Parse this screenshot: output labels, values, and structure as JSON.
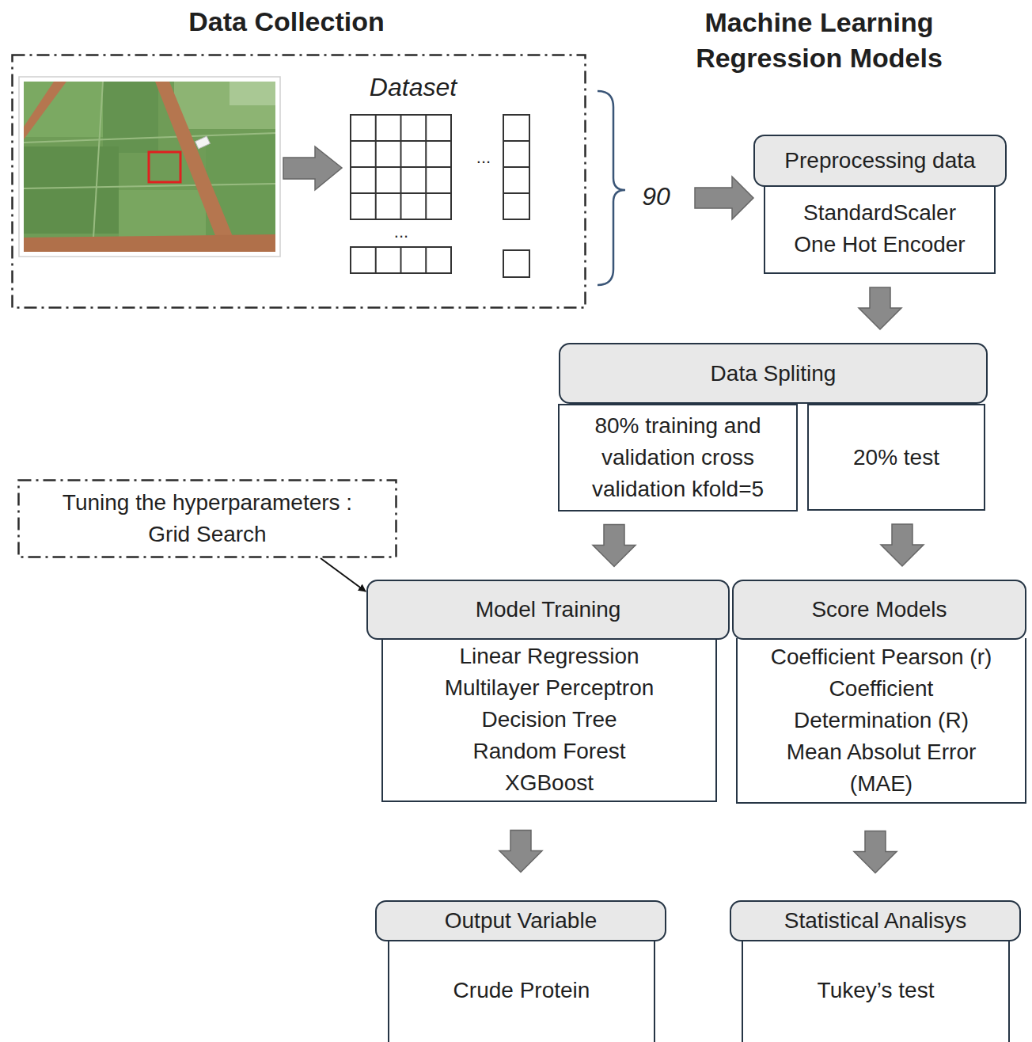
{
  "diagram": {
    "nodes": [
      {
        "text": [
          "Dataset"
        ]
      },
      {
        "text": [
          "Preprocessing data",
          "StandardScaler One Hot Encoder"
        ]
      },
      {
        "text": [
          "Data Spliting"
        ]
      },
      {
        "text": [
          "80% training and validation cross validation kfold=5"
        ],
        "in": 2
      },
      {
        "text": [
          "20% test"
        ],
        "in": 2
      },
      {
        "text": [
          "Tuning the hyperparameters : Grid Search"
        ]
      },
      {
        "text": [
          "Model Training",
          "Linear Regression",
          "Multilayer Perceptron",
          "Decision Tree",
          "Random Forest",
          "XGBoost"
        ]
      },
      {
        "text": [
          "Score Models",
          "Coefficient Pearson (r)",
          "Coefficient Determination (R)",
          "Mean Absolut Error (MAE)"
        ]
      },
      {
        "text": [
          "Output Variable",
          "Crude Protein"
        ]
      },
      {
        "text": [
          "Statistical Analisys",
          "Tukey’s test"
        ]
      }
    ],
    "edges": [
      {
        "from": 0,
        "to": 1,
        "arrow": "to"
      },
      {
        "from": 1,
        "to": 2,
        "arrow": "to"
      },
      {
        "from": 3,
        "to": 6,
        "arrow": "to"
      },
      {
        "from": 4,
        "to": 7,
        "arrow": "to"
      },
      {
        "from": 5,
        "to": 6,
        "arrow": "to"
      },
      {
        "from": 6,
        "to": 8,
        "arrow": "to"
      },
      {
        "from": 7,
        "to": 9,
        "arrow": "to"
      }
    ],
    "labels": [
      "Data Collection",
      "Machine Learning Regression Models",
      "...",
      "...",
      "90"
    ]
  }
}
